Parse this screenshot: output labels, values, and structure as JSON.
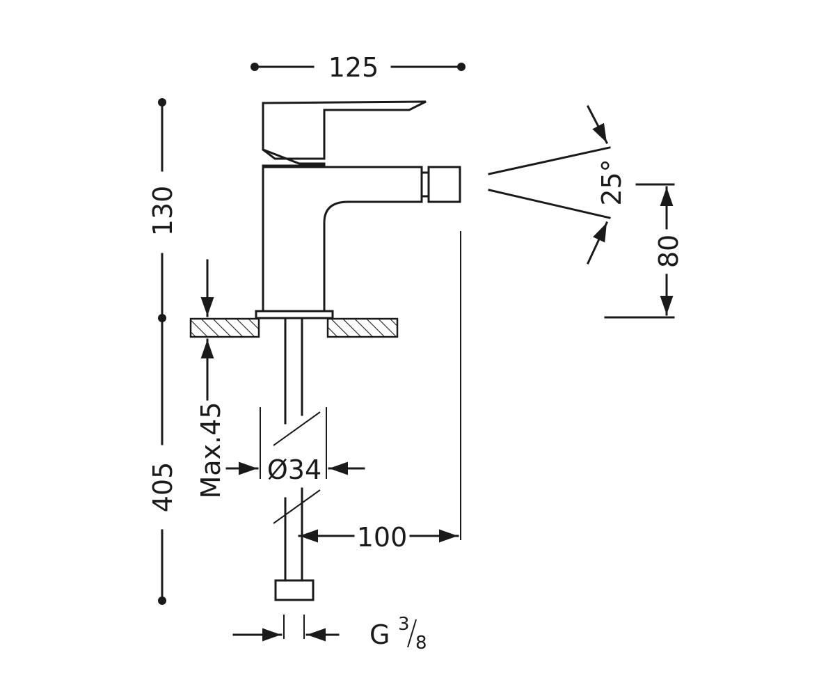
{
  "dimensions": {
    "width_top": "125",
    "height_upper": "130",
    "height_lower": "405",
    "deck_thickness": "Max.45",
    "hole_diameter": "Ø34",
    "reach": "100",
    "spray_angle": "25°",
    "spout_height": "80",
    "thread_prefix": "G",
    "thread_numerator": "3",
    "thread_denominator": "8"
  },
  "colors": {
    "ink": "#1a1a1a",
    "background": "#ffffff",
    "hatch": "#1a1a1a"
  }
}
